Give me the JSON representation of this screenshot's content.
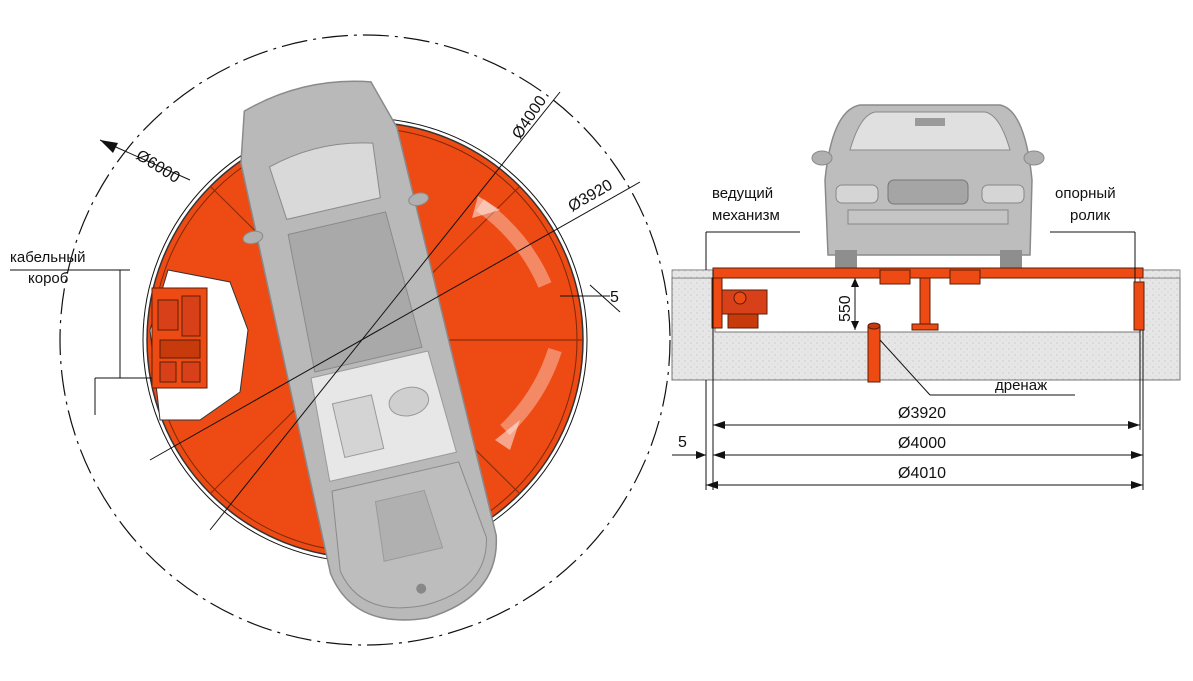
{
  "plan_view": {
    "labels": {
      "cable_duct_line1": "кабельный",
      "cable_duct_line2": "короб"
    },
    "dimensions": {
      "outer_circle": "Ø6000",
      "platform_outer": "Ø4000",
      "platform_inner": "Ø3920",
      "gap": "5"
    }
  },
  "section_view": {
    "labels": {
      "drive_line1": "ведущий",
      "drive_line2": "механизм",
      "roller_line1": "опорный",
      "roller_line2": "ролик",
      "drain": "дренаж"
    },
    "dimensions": {
      "pit_depth": "550",
      "d1": "Ø3920",
      "d2": "Ø4000",
      "d3": "Ø4010",
      "gap": "5"
    }
  },
  "colors": {
    "platform": "#ee4a14",
    "platform_dark": "#c63a0c",
    "car_body": "#b8b8b8",
    "car_outline": "#8a8a8a",
    "concrete": "#e4e4e4"
  }
}
